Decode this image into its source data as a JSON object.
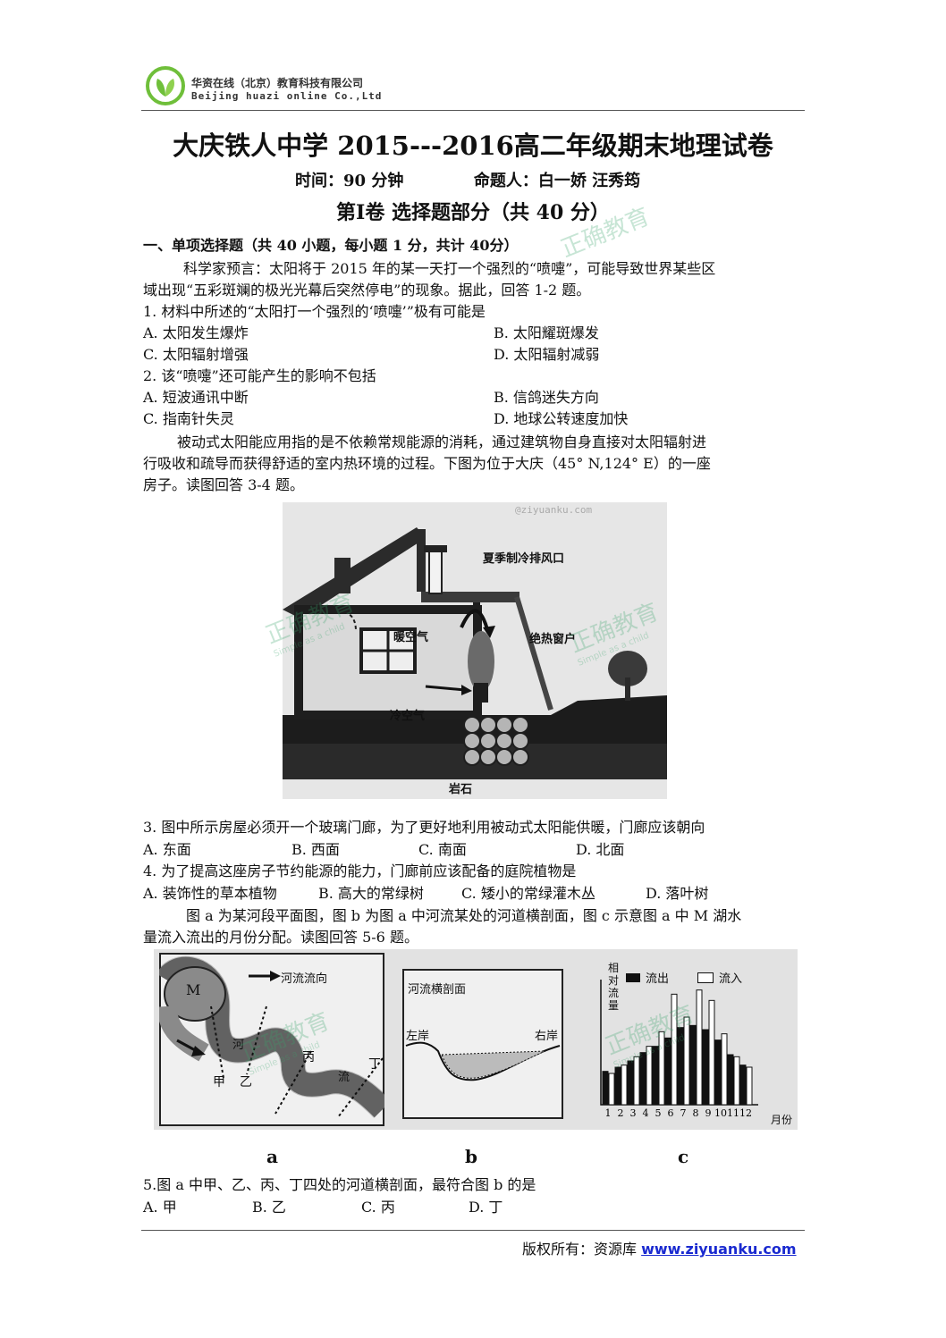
{
  "header": {
    "company_cn": "华资在线（北京）教育科技有限公司",
    "company_en": "Beijing huazi online Co.,Ltd"
  },
  "title": "大庆铁人中学 2015---2016高二年级期末地理试卷",
  "meta": {
    "time": "时间：90 分钟",
    "authors": "命题人：白一娇  汪秀筠"
  },
  "part_title": "第Ⅰ卷    选择题部分（共 40 分）",
  "section_heading": "一、单项选择题（共 40 小题，每小题 1 分，共计 40分）",
  "passage1": {
    "line1": "科学家预言：太阳将于 2015 年的某一天打一个强烈的“喷嚏”，可能导致世界某些区",
    "line2": "域出现“五彩斑斓的极光光幕后突然停电”的现象。据此，回答 1-2 题。"
  },
  "q1": {
    "stem": "1. 材料中所述的“太阳打一个强烈的‘喷嚏’”极有可能是",
    "A": "A. 太阳发生爆炸",
    "B": "B. 太阳耀斑爆发",
    "C": "C. 太阳辐射增强",
    "D": "D. 太阳辐射减弱"
  },
  "q2": {
    "stem": "2. 该“喷嚏”还可能产生的影响不包括",
    "A": "A. 短波通讯中断",
    "B": "B. 信鸽迷失方向",
    "C": "C. 指南针失灵",
    "D": "D. 地球公转速度加快"
  },
  "passage2": {
    "line1": "被动式太阳能应用指的是不依赖常规能源的消耗，通过建筑物自身直接对太阳辐射进",
    "line2": "行吸收和疏导而获得舒适的室内热环境的过程。下图为位于大庆（45° N,124° E）的一座",
    "line3": "房子。读图回答 3-4 题。"
  },
  "house_figure": {
    "watermark_site": "@ziyuanku.com",
    "label_exhaust": "夏季制冷排风口",
    "label_warm": "暖空气",
    "label_window": "绝热窗户",
    "label_cold": "冷空气",
    "label_rock": "岩石",
    "watermark_brand": "正确教育",
    "watermark_slogan": "Simple as a child"
  },
  "q3": {
    "stem": "3. 图中所示房屋必须开一个玻璃门廊，为了更好地利用被动式太阳能供暖，门廊应该朝向",
    "A": "A. 东面",
    "B": "B. 西面",
    "C": "C. 南面",
    "D": "D. 北面"
  },
  "q4": {
    "stem": "4. 为了提高这座房子节约能源的能力，门廊前应该配备的庭院植物是",
    "A": "A. 装饰性的草本植物",
    "B": "B. 高大的常绿树",
    "C": "C. 矮小的常绿灌木丛",
    "D": "D. 落叶树"
  },
  "passage3": {
    "line1": "图 a 为某河段平面图，图 b 为图 a 中河流某处的河道横剖面，图 c 示意图 a 中 M 湖水",
    "line2": "量流入流出的月份分配。读图回答 5-6 题。"
  },
  "fig_a": {
    "lake": "M",
    "flow_label": "河流流向",
    "he": "河",
    "liu": "流",
    "jia": "甲",
    "yi": "乙",
    "bing": "丙",
    "ding": "丁",
    "caption": "a"
  },
  "fig_b": {
    "title": "河流横剖面",
    "left_bank": "左岸",
    "right_bank": "右岸",
    "caption": "b"
  },
  "chart_data": {
    "type": "bar",
    "ylabel": "相对流量",
    "xlabel": "月份",
    "categories": [
      "1",
      "2",
      "3",
      "4",
      "5",
      "6",
      "7",
      "8",
      "9",
      "10",
      "11",
      "12"
    ],
    "series": [
      {
        "name": "流出",
        "values": [
          3.2,
          3.6,
          4.2,
          5.0,
          5.6,
          6.4,
          7.4,
          7.6,
          7.2,
          6.2,
          4.8,
          3.8
        ],
        "color": "#111111"
      },
      {
        "name": "流入",
        "values": [
          3.0,
          3.8,
          4.6,
          5.6,
          7.0,
          10.6,
          8.4,
          11.0,
          10.0,
          6.8,
          4.6,
          3.6
        ],
        "color": "#ffffff"
      }
    ],
    "ylim": [
      0,
      12
    ],
    "caption": "c"
  },
  "q5": {
    "stem": "5.图 a 中甲、乙、丙、丁四处的河道横剖面，最符合图 b 的是",
    "A": "A. 甲",
    "B": "B. 乙",
    "C": "C. 丙",
    "D": "D. 丁"
  },
  "footer": {
    "copyright": "版权所有：资源库",
    "url": "www.ziyuanku.com"
  }
}
